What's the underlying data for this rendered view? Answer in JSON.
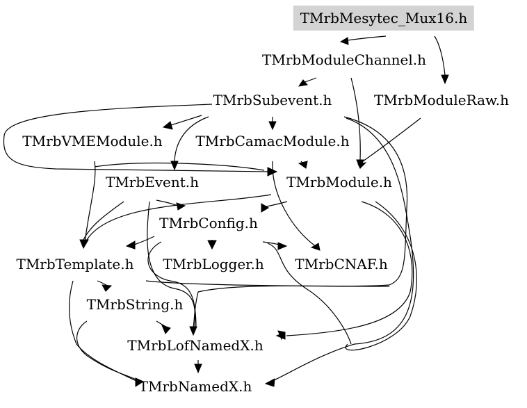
{
  "graph": {
    "nodes": {
      "mux16": "TMrbMesytec_Mux16.h",
      "modchan": "TMrbModuleChannel.h",
      "subevent": "TMrbSubevent.h",
      "modraw": "TMrbModuleRaw.h",
      "vme": "TMrbVMEModule.h",
      "camac": "TMrbCamacModule.h",
      "event": "TMrbEvent.h",
      "module": "TMrbModule.h",
      "config": "TMrbConfig.h",
      "template": "TMrbTemplate.h",
      "logger": "TMrbLogger.h",
      "cnaf": "TMrbCNAF.h",
      "string": "TMrbString.h",
      "lofnamed": "TMrbLofNamedX.h",
      "named": "TMrbNamedX.h"
    },
    "highlight_color": "#d3d3d3"
  }
}
